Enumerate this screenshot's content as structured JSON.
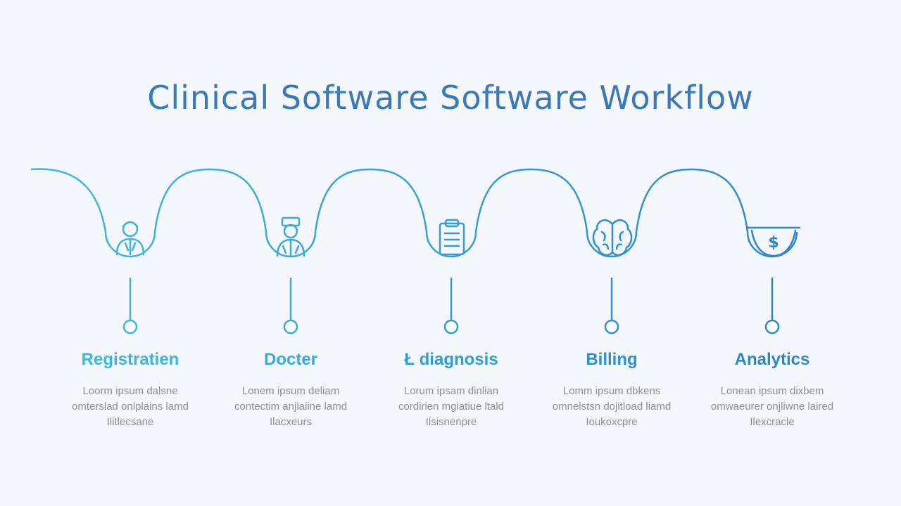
{
  "title": "Clinical Software Software Workflow",
  "colors": {
    "background": "#f4f7fb",
    "title": "#3b78b8",
    "line_light": "#3db6de",
    "line_dark": "#2f86cc",
    "description": "#8a9099"
  },
  "steps": [
    {
      "label": "Registratien",
      "icon": "patient-icon",
      "color": "#3db6de",
      "description": [
        "Loorm ipsum dalsne",
        "omterslad onlplains lamd",
        "Ilitlecsane"
      ]
    },
    {
      "label": "Docter",
      "icon": "doctor-icon",
      "color": "#3aa9dd",
      "description": [
        "Lonem ipsum deliam",
        "contectim anjiaiine lamd",
        "Ilacxeurs"
      ]
    },
    {
      "label": "Ł diagnosis",
      "icon": "clipboard-icon",
      "color": "#339bd6",
      "description": [
        "Lorum ipsam dinlian",
        "cordirien mgiatiue ltald",
        "Ilsisnenpre"
      ]
    },
    {
      "label": "Billing",
      "icon": "brain-icon",
      "color": "#2f90d2",
      "description": [
        "Lomm ipsum dbkens",
        "omnelstsn dojitload liamd",
        "Ioukoxcpre"
      ]
    },
    {
      "label": "Analytics",
      "icon": "money-icon",
      "color": "#2f86cc",
      "description": [
        "Lonean ipsum dixbem",
        "omwaeurer onjliwne laired",
        "Ilexcracle"
      ]
    }
  ]
}
